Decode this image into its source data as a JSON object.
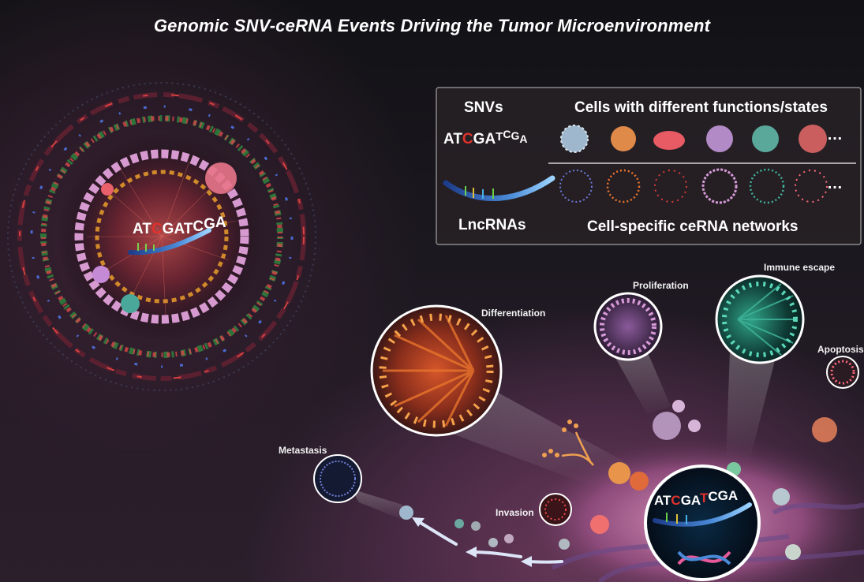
{
  "title": "Genomic SNV-ceRNA Events Driving the Tumor Microenvironment",
  "panel": {
    "snvs_label": "SNVs",
    "cells_label": "Cells with different functions/states",
    "lncrnas_label": "LncRNAs",
    "networks_label": "Cell-specific ceRNA networks",
    "more": "…"
  },
  "sequence_letters": [
    "A",
    "T",
    "C",
    "G",
    "A",
    "T",
    "C",
    "G",
    "A"
  ],
  "functions": {
    "differentiation": "Differentiation",
    "proliferation": "Proliferation",
    "immune_escape": "Immune escape",
    "apoptosis": "Apoptosis",
    "metastasis": "Metastasis",
    "invasion": "Invasion"
  },
  "colors": {
    "highlight_letter": "#e0322c",
    "panel_border": "#8a8a8a",
    "differentiation": "#e8642c",
    "immune_escape": "#3fb39a",
    "proliferation": "#c79bd6",
    "apoptosis": "#e84a5a",
    "metastasis": "#6f7fd8"
  }
}
